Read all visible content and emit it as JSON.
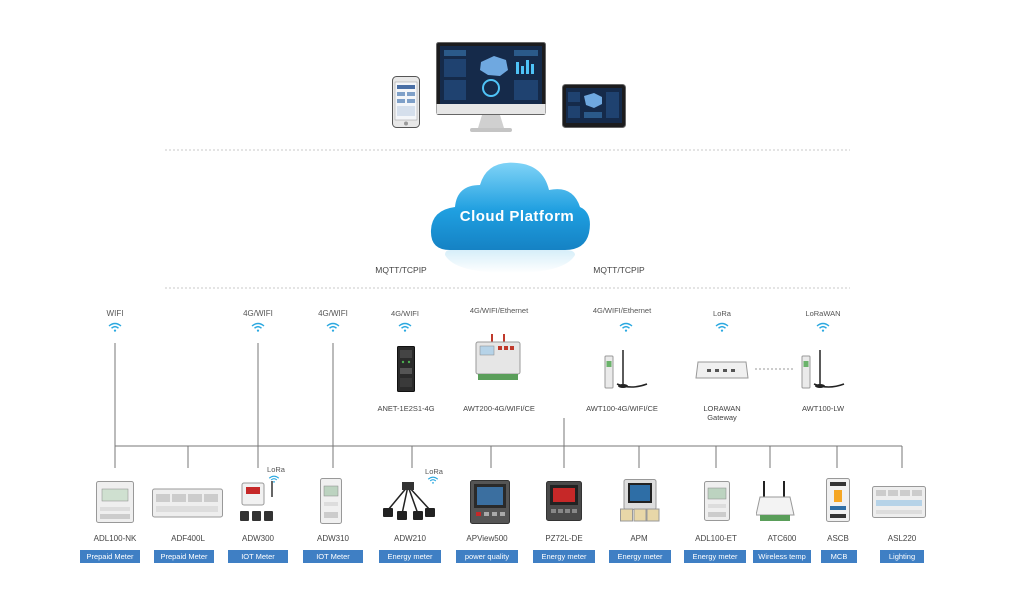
{
  "cloud": {
    "title": "Cloud Platform"
  },
  "protocols": {
    "left": "MQTT/TCPIP",
    "right": "MQTT/TCPIP"
  },
  "gateway_connections": [
    "WIFI",
    "4G/WIFI",
    "4G/WIFI",
    "4G/WIFI",
    "4G/WIFI/Ethernet",
    "4G/WIFI/Ethernet",
    "LoRa",
    "LoRaWAN"
  ],
  "gateways": [
    {
      "name": "ANET-1E2S1-4G",
      "icon": "din-gateway-icon"
    },
    {
      "name": "AWT200-4G/WIFI/CE",
      "icon": "gateway-box-icon"
    },
    {
      "name": "AWT100-4G/WIFI/CE",
      "icon": "antenna-module-icon"
    },
    {
      "name": "LORAWAN",
      "name2": "Gateway",
      "icon": "lorawan-gateway-icon"
    },
    {
      "name": "AWT100-LW",
      "icon": "antenna-module-icon"
    }
  ],
  "lora_tags": [
    "LoRa",
    "LoRa"
  ],
  "devices": [
    {
      "name": "ADL100-NK",
      "category": "Prepaid Meter",
      "icon": "din-meter-icon"
    },
    {
      "name": "ADF400L",
      "category": "Prepaid Meter",
      "icon": "multi-meter-icon"
    },
    {
      "name": "ADW300",
      "category": "IOT Meter",
      "icon": "ct-meter-icon"
    },
    {
      "name": "ADW310",
      "category": "IOT Meter",
      "icon": "slim-meter-icon"
    },
    {
      "name": "ADW210",
      "category": "Energy meter",
      "icon": "ct-clamp-icon"
    },
    {
      "name": "APView500",
      "category": "power quality",
      "icon": "pq-analyzer-icon"
    },
    {
      "name": "PZ72L-DE",
      "category": "Energy meter",
      "icon": "panel-meter-icon"
    },
    {
      "name": "APM",
      "category": "Energy meter",
      "icon": "panel-meter-icon"
    },
    {
      "name": "ADL100-ET",
      "category": "Energy meter",
      "icon": "din-meter-icon"
    },
    {
      "name": "ATC600",
      "category": "Wireless temp",
      "icon": "temp-sensor-icon"
    },
    {
      "name": "ASCB",
      "category": "MCB",
      "icon": "mcb-icon"
    },
    {
      "name": "ASL220",
      "category": "Lighting",
      "icon": "lighting-module-icon"
    }
  ],
  "colors": {
    "badge": "#3f7fc4",
    "cloud": "#1f9fe0",
    "line": "#777777"
  }
}
